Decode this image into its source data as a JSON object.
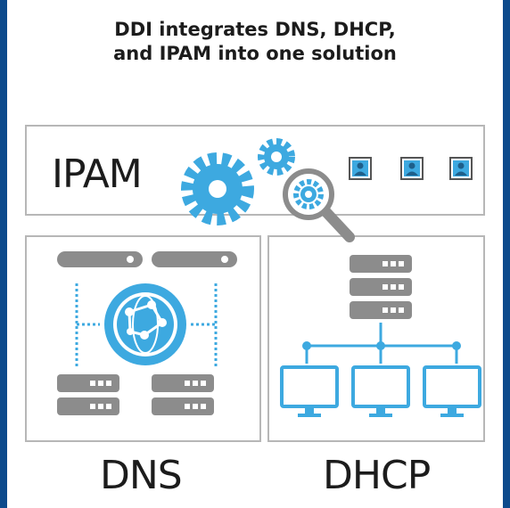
{
  "headline": {
    "line1": "DDI integrates DNS, DHCP,",
    "line2": "and IPAM into one solution"
  },
  "labels": {
    "ipam": "IPAM",
    "dns": "DNS",
    "dhcp": "DHCP"
  },
  "icons": [
    "gear-icon",
    "magnifier-icon",
    "user-icon",
    "globe-icon",
    "server-icon",
    "monitor-icon"
  ],
  "colors": {
    "frame": "#0c4a8c",
    "accent_blue": "#3da9e0",
    "gray": "#8c8c8c",
    "border": "#b7b7b7"
  }
}
